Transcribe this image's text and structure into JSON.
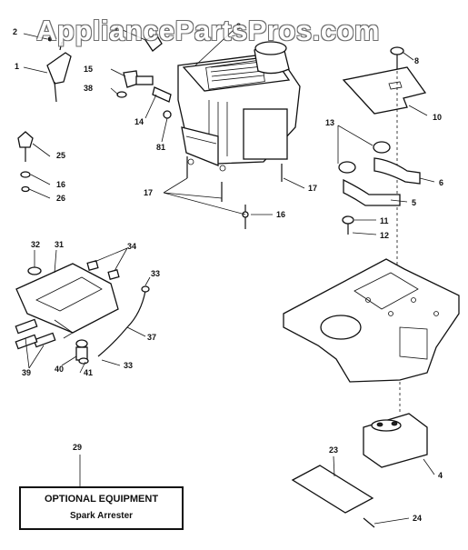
{
  "watermark": "AppliancePartsPros.com",
  "callouts": {
    "c1": "1",
    "c2": "2",
    "c3": "3",
    "c4": "4",
    "c5": "5",
    "c6": "6",
    "c7": "7",
    "c8": "8",
    "c10": "10",
    "c11": "11",
    "c12": "12",
    "c13": "13",
    "c14": "14",
    "c15": "15",
    "c16a": "16",
    "c16b": "16",
    "c17a": "17",
    "c17b": "17",
    "c23": "23",
    "c24": "24",
    "c25": "25",
    "c26": "26",
    "c29": "29",
    "c31": "31",
    "c32": "32",
    "c33a": "33",
    "c33b": "33",
    "c34": "34",
    "c37": "37",
    "c38": "38",
    "c39": "39",
    "c40": "40",
    "c41": "41",
    "c81": "81"
  },
  "optional_box": {
    "title": "OPTIONAL EQUIPMENT",
    "subtitle": "Spark Arrester"
  }
}
